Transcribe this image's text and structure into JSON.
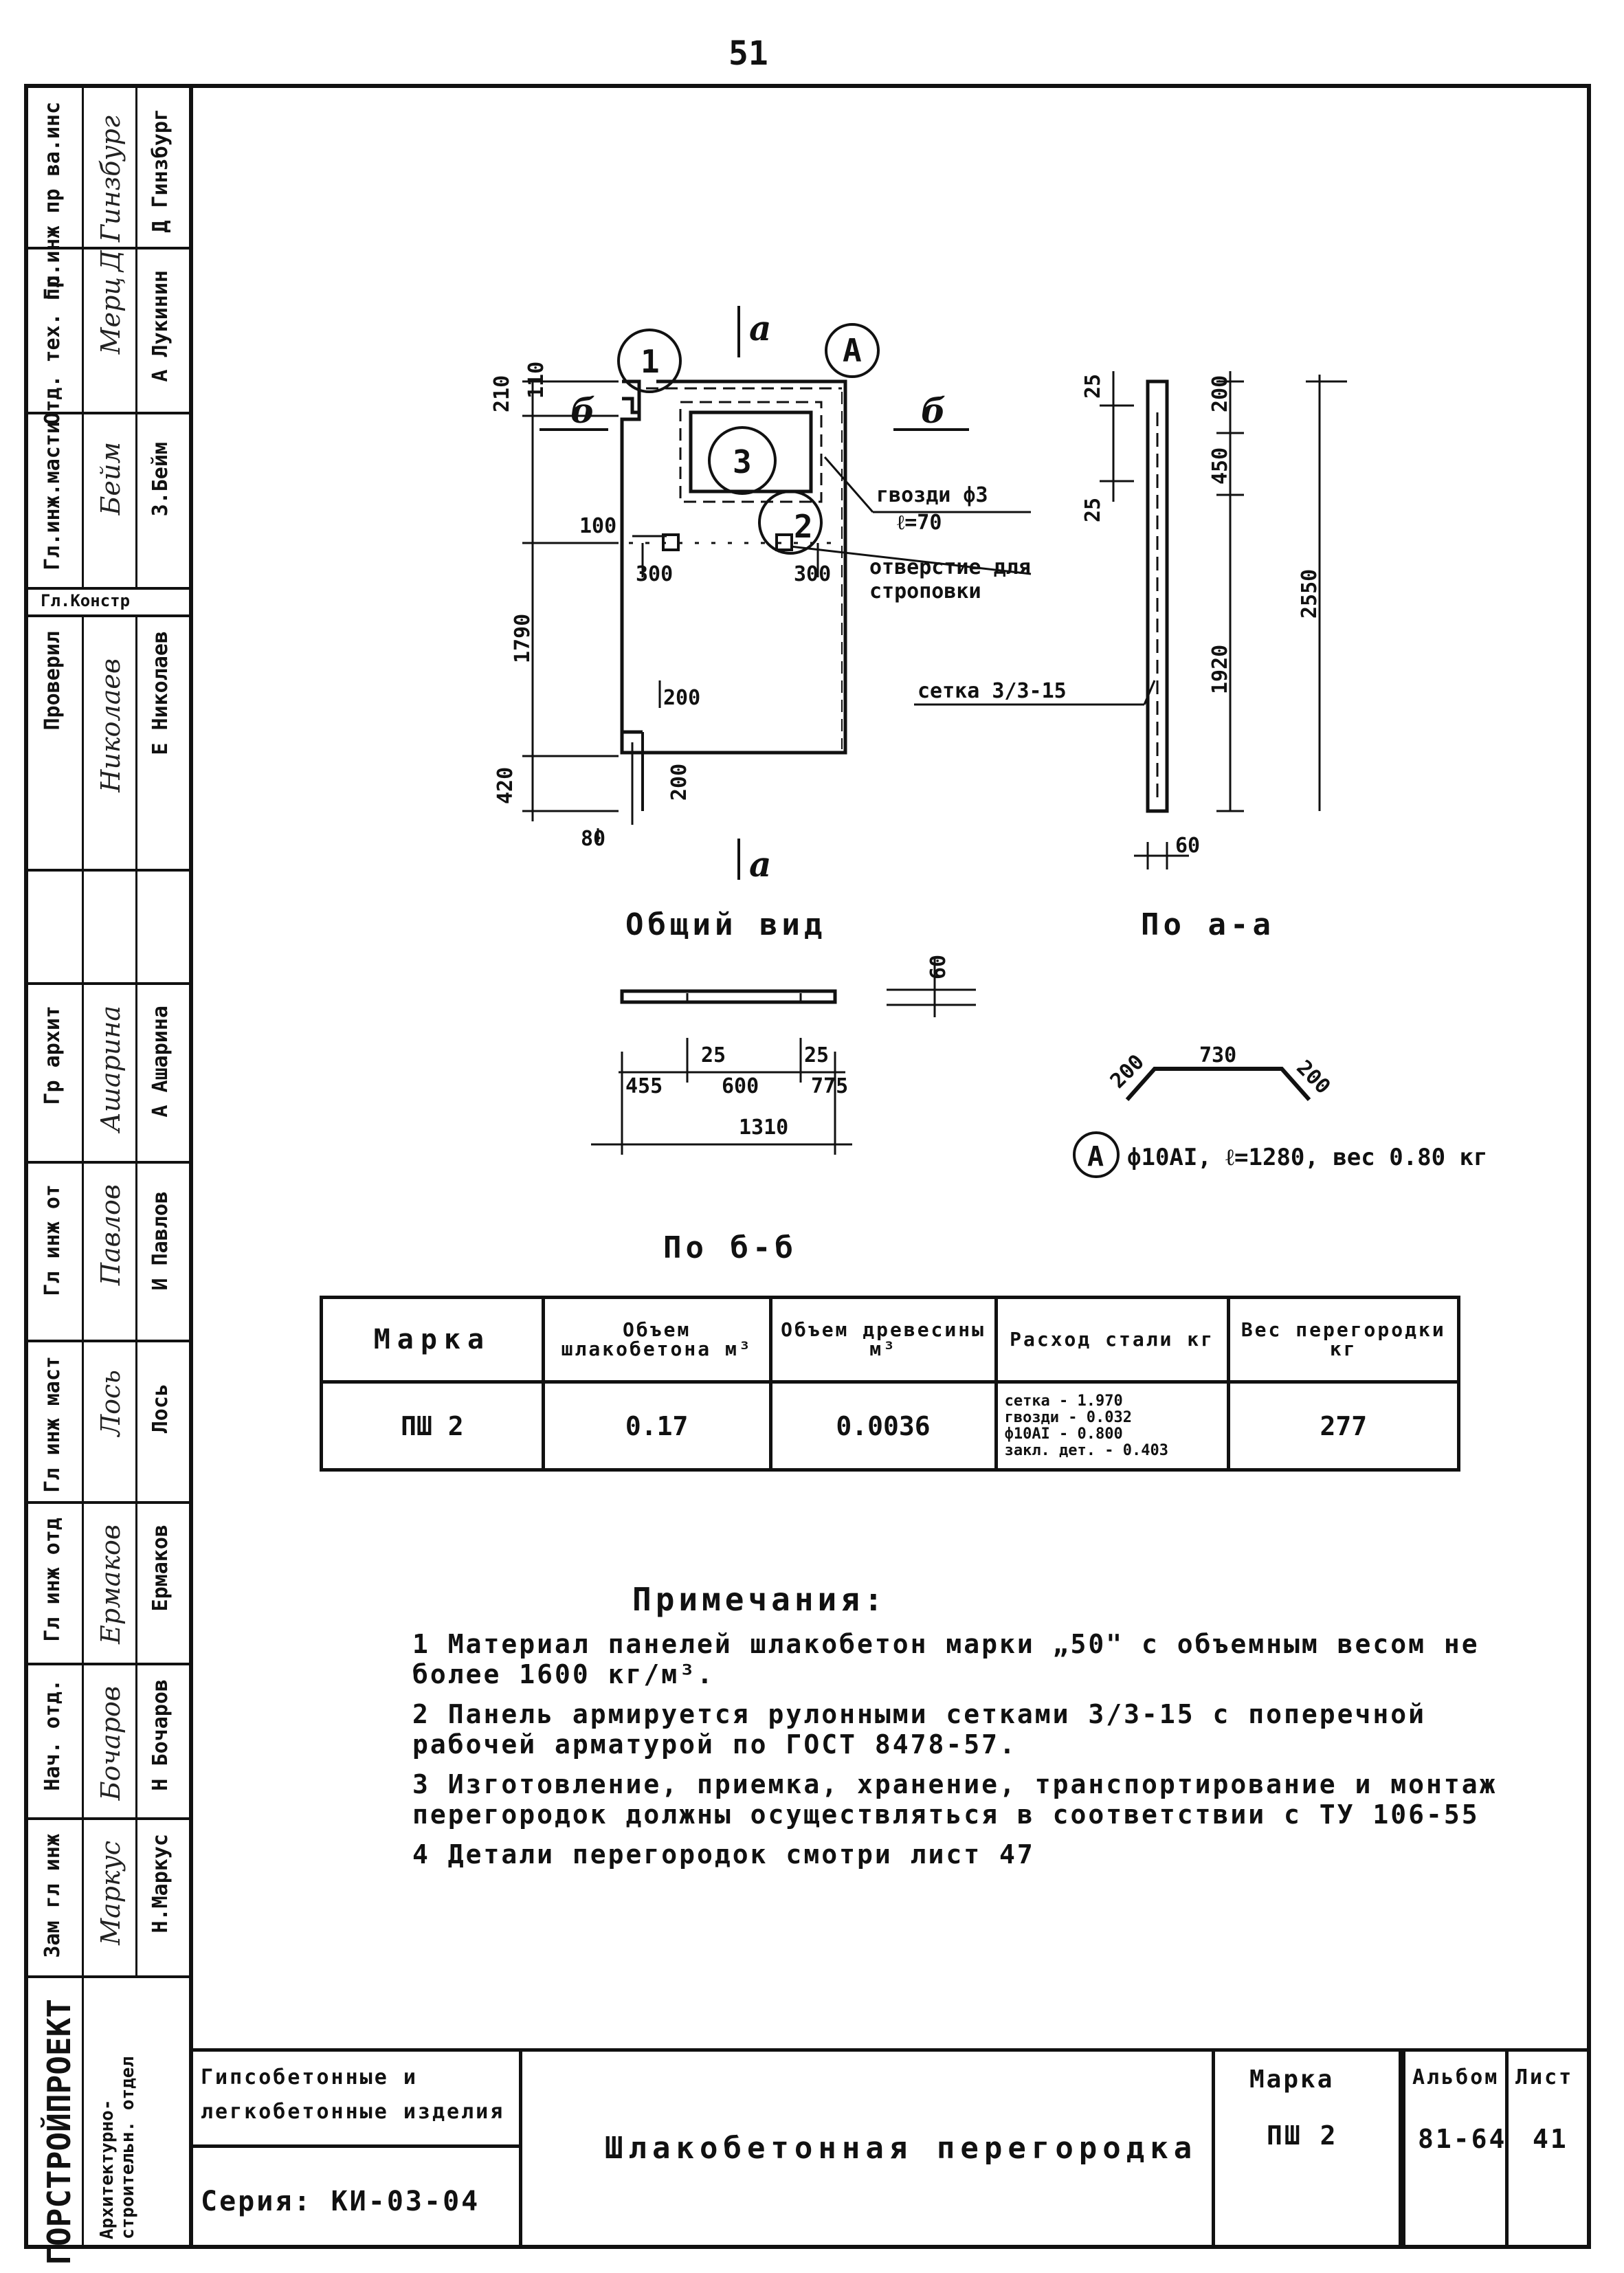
{
  "page_number": "51",
  "side_strip": {
    "cells": [
      {
        "role": "Гл инж пр ва.инс",
        "name": "Д Гинзбург",
        "signature": "Д Гинзбург"
      },
      {
        "role": "Отд. тех. пр.",
        "name": "А Лукинин",
        "signature": "Мерц"
      },
      {
        "role": "Гл.инж.масти",
        "name": "З.Бейм",
        "signature": "Бейм"
      },
      {
        "role": "Гл.Констр",
        "name": "",
        "signature": ""
      },
      {
        "role": "Проверил",
        "name": "Е Николаев",
        "signature": "Николаев"
      },
      {
        "role": "Гр архит",
        "name": "А Ашарина",
        "signature": "Ашарина"
      },
      {
        "role": "Гл инж от",
        "name": "И Павлов",
        "signature": "Павлов"
      },
      {
        "role": "Гл инж маст",
        "name": "Лось",
        "signature": "Лось"
      },
      {
        "role": "Гл инж отд",
        "name": "Ермаков",
        "signature": "Ермаков"
      },
      {
        "role": "Нач. отд.",
        "name": "Н Бочаров",
        "signature": "Бочаров"
      },
      {
        "role": "Зам гл инж",
        "name": "Н.Маркус",
        "signature": "Маркус"
      }
    ],
    "org": "ГОРСТРОЙПРОЕКТ",
    "org_sub": "Архитектурно-строительн. отдел"
  },
  "drawing": {
    "section_mark_a": "a",
    "section_mark_b": "б",
    "callout_1": "1",
    "callout_2": "2",
    "callout_3": "3",
    "callout_A": "A",
    "dims_main": {
      "d210": "210",
      "d110": "110",
      "d100": "100",
      "d300a": "300",
      "d300b": "300",
      "d1790": "1790",
      "d200a": "200",
      "d200b": "200",
      "d420": "420",
      "d80": "80"
    },
    "dims_side": {
      "d25a": "25",
      "d25b": "25",
      "d200": "200",
      "d450": "450",
      "d1920": "1920",
      "d2550": "2550",
      "d60": "60"
    },
    "dims_plan": {
      "d25a": "25",
      "d25b": "25",
      "d455": "455",
      "d600": "600",
      "d775": "775",
      "d1310": "1310",
      "d60": "60"
    },
    "dims_bar": {
      "d200a": "200",
      "d730": "730",
      "d200b": "200"
    },
    "note_nails": "гвозди ф3",
    "note_nails_len": "ℓ=70",
    "note_hole": "отверстие для",
    "note_hole2": "строповки",
    "note_mesh": "сетка 3/3-15",
    "caption_general": "Общий вид",
    "caption_aa": "По а-а",
    "caption_bb": "По б-б",
    "bar_spec": "ф10АI, ℓ=1280, вес 0.80 кг"
  },
  "table": {
    "headers": [
      "Марка",
      "Объем шлакобетона м³",
      "Объем древесины м³",
      "Расход стали кг",
      "Вес перегородки кг"
    ],
    "row": {
      "mark": "ПШ 2",
      "slag": "0.17",
      "wood": "0.0036",
      "steel": [
        "сетка - 1.970",
        "гвозди - 0.032",
        "ф10АI - 0.800",
        "закл. дет. - 0.403"
      ],
      "weight": "277"
    }
  },
  "notes": {
    "title": "Примечания:",
    "items": [
      "1 Материал панелей шлакобетон марки „50\" с объемным весом не более 1600 кг/м³.",
      "2 Панель армируется рулонными сетками 3/3-15 с поперечной рабочей арматурой по ГОСТ 8478-57.",
      "3 Изготовление, приемка, хранение, транспортирование и монтаж перегородок должны осуществляться в соответствии с ТУ 106-55",
      "4 Детали перегородок смотри лист 47"
    ]
  },
  "title_block": {
    "category_1": "Гипсобетонные и",
    "category_2": "легкобетонные изделия",
    "series": "Серия: КИ-03-04",
    "title": "Шлакобетонная перегородка",
    "mark_label": "Марка",
    "mark_value": "ПШ 2",
    "album_label": "Альбом",
    "album_value": "81-64",
    "sheet_label": "Лист",
    "sheet_value": "41"
  }
}
